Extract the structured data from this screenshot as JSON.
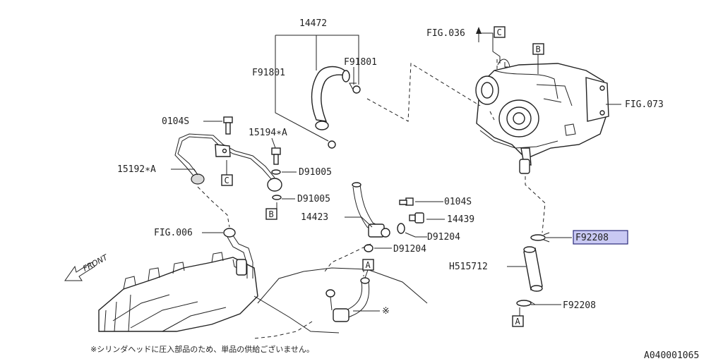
{
  "diagram": {
    "callouts": {
      "p14472": "14472",
      "f91801_left": "F91801",
      "f91801_right": "F91801",
      "fig036": "FIG.036",
      "fig073": "FIG.073",
      "p0104s_top": "0104S",
      "p15194a": "15194∗A",
      "d91005_top": "D91005",
      "d91005_bottom": "D91005",
      "p15192a": "15192∗A",
      "fig006": "FIG.006",
      "p14423": "14423",
      "p0104s_mid": "0104S",
      "p14439": "14439",
      "d91204_right": "D91204",
      "d91204_left": "D91204",
      "f92208_top": "F92208",
      "h515712": "H515712",
      "f92208_bottom": "F92208",
      "asterisk": "※"
    },
    "boxes": {
      "c_top": "C",
      "b_top": "B",
      "c_mid": "C",
      "b_mid": "B",
      "a_mid": "A",
      "a_bottom": "A"
    },
    "front_label": "FRONT",
    "footnote": "※シリンダヘッドに圧入部品のため、単品の供給ございません。",
    "diagram_id": "A040001065",
    "highlight_color": "#c9c9f3"
  }
}
